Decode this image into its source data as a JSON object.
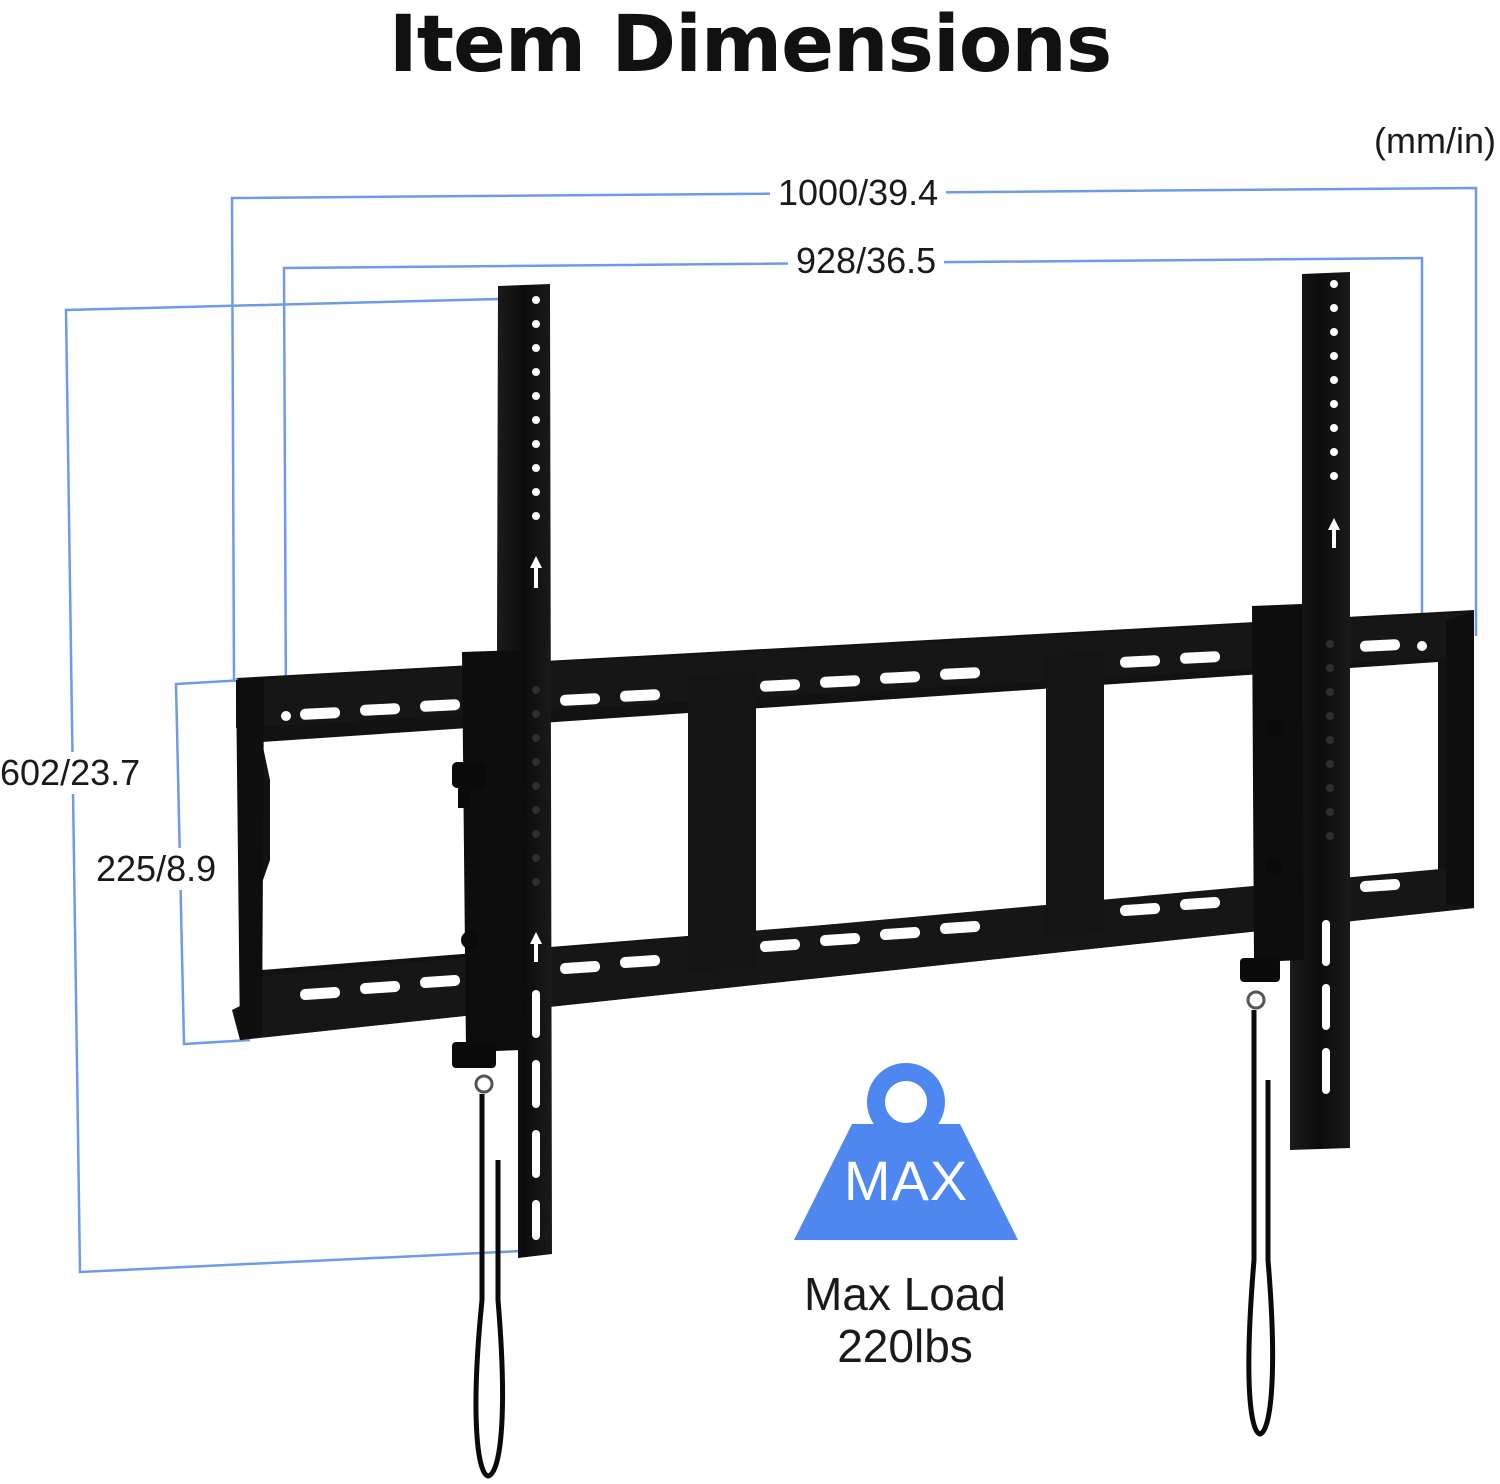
{
  "title": "Item Dimensions",
  "units": "(mm/in)",
  "dimensions": {
    "outer_width": "1000/39.4",
    "inner_width": "928/36.5",
    "total_height": "602/23.7",
    "frame_height": "225/8.9"
  },
  "max_badge": {
    "label": "MAX",
    "caption_line1": "Max Load",
    "caption_line2": "220lbs"
  },
  "colors": {
    "dimension_line": "#6f9be6",
    "badge": "#4f87f0",
    "mount_metal": "#111111"
  },
  "icons": [
    "weight-icon",
    "tv-mount-bracket"
  ]
}
